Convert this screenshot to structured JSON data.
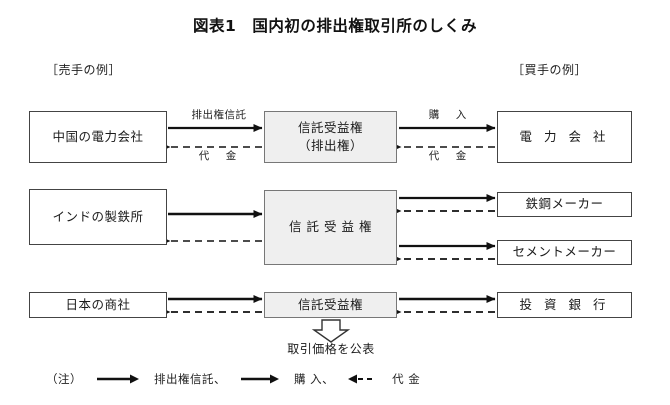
{
  "title": "図表1　国内初の排出権取引所のしくみ",
  "captions": {
    "left": "［売手の例］",
    "right": "［買手の例］"
  },
  "rows": [
    {
      "seller": "中国の電力会社",
      "center_line1": "信託受益権",
      "center_line2": "（排出権）",
      "buyer": "電 力 会 社",
      "left_arrow_label_solid": "排出権信託",
      "left_arrow_label_dashed": "代　金",
      "right_arrow_label_solid": "購　入",
      "right_arrow_label_dashed": "代　金"
    },
    {
      "seller": "インドの製鉄所",
      "center_line1": "信 託 受 益 権",
      "buyer_top": "鉄鋼メーカー",
      "buyer_bottom": "セメントメーカー"
    },
    {
      "seller": "日本の商社",
      "center_line1": "信託受益権",
      "buyer": "投 資 銀 行",
      "publish_note": "取引価格を公表"
    }
  ],
  "legend": {
    "prefix": "（注）",
    "item1": "排出権信託、",
    "item2": "購 入、",
    "item3": "代 金"
  },
  "colors": {
    "box_border": "#444444",
    "box_gray_fill": "#efefef",
    "box_gray_border": "#777777",
    "arrow": "#111111",
    "text": "#1a1a1a",
    "background": "#ffffff"
  }
}
